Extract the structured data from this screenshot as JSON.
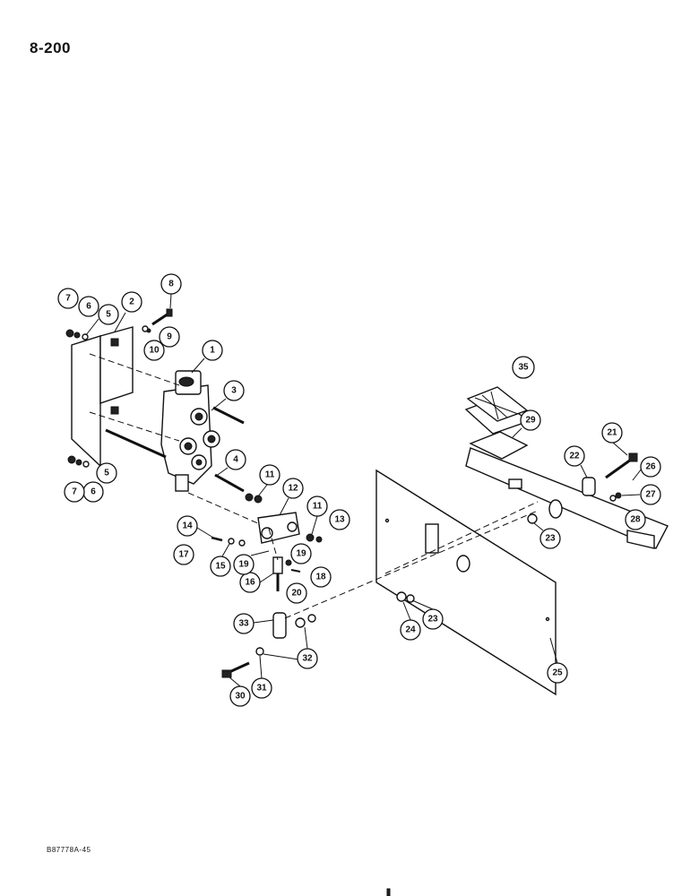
{
  "page": {
    "page_number": "8-200",
    "ref_code": "B87778A-45"
  },
  "callouts": [
    "1",
    "2",
    "3",
    "4",
    "5",
    "5",
    "6",
    "6",
    "7",
    "7",
    "8",
    "9",
    "10",
    "11",
    "11",
    "12",
    "13",
    "14",
    "15",
    "16",
    "17",
    "18",
    "19",
    "19",
    "20",
    "21",
    "22",
    "23",
    "23",
    "24",
    "25",
    "26",
    "27",
    "28",
    "29",
    "30",
    "31",
    "32",
    "33",
    "35"
  ]
}
